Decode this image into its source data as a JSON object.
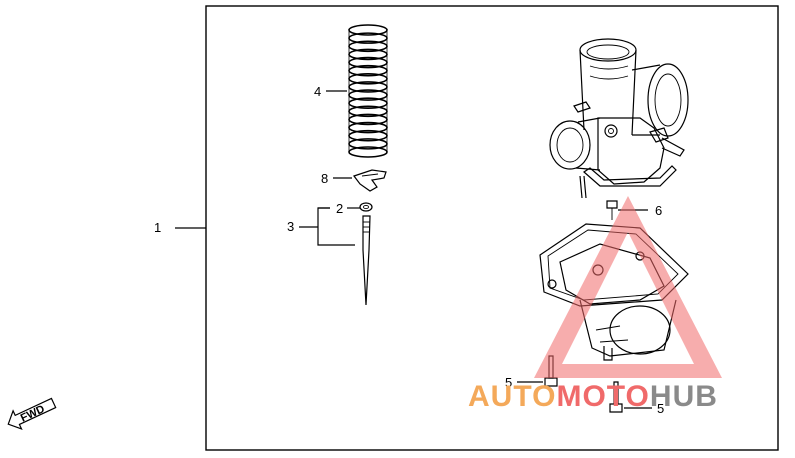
{
  "callouts": {
    "c1": "1",
    "c2": "2",
    "c3": "3",
    "c4": "4",
    "c5a": "5",
    "c5b": "5",
    "c6": "6",
    "c8": "8"
  },
  "fwd_label": "FWD",
  "watermark": {
    "part_a": "AUTO",
    "part_b": "MOTO",
    "part_c": "HUB",
    "colors": {
      "auto": "#f4a95a",
      "moto": "#f06a6a",
      "hub": "#8a8a8a",
      "triangle": "#f06a6a"
    }
  }
}
